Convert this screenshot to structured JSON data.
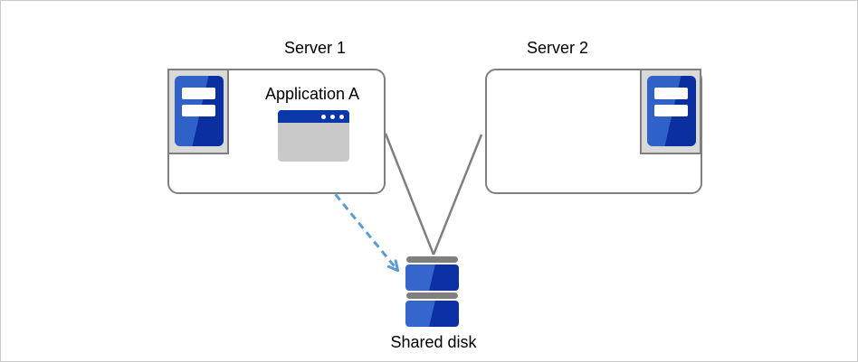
{
  "diagram": {
    "type": "architecture-diagram",
    "description": "Two servers sharing one disk; Application A on Server 1 accesses the shared disk",
    "nodes": {
      "server1": {
        "label": "Server 1",
        "icon": "server-tower-icon"
      },
      "server2": {
        "label": "Server 2",
        "icon": "server-tower-icon"
      },
      "application": {
        "label": "Application A",
        "icon": "application-window-icon",
        "host": "Server 1"
      },
      "shared_disk": {
        "label": "Shared disk",
        "icon": "shared-disk-icon"
      }
    },
    "connections": [
      {
        "from": "server1",
        "to": "shared_disk",
        "style": "solid-line",
        "color": "#7f7f7f"
      },
      {
        "from": "server2",
        "to": "shared_disk",
        "style": "solid-line",
        "color": "#7f7f7f"
      },
      {
        "from": "application",
        "to": "shared_disk",
        "style": "dashed-arrow",
        "color": "#5b9bd5"
      }
    ],
    "colors": {
      "background": "#ffffff",
      "outer_border": "#c9c9c9",
      "box_border": "#7f7f7f",
      "icon_frame_fill": "#d9d9d9",
      "tower_blue_light": "#2e62c8",
      "tower_blue_dark": "#0b2fa0",
      "window_titlebar_blue": "#0a38a8",
      "window_body_gray": "#c9c9c9",
      "disk_blue_light": "#3566cc",
      "disk_blue_dark": "#0c31a5",
      "disk_cap_gray": "#7f7f7f",
      "arrow_blue": "#5b9bd5",
      "text": "#000000"
    }
  }
}
